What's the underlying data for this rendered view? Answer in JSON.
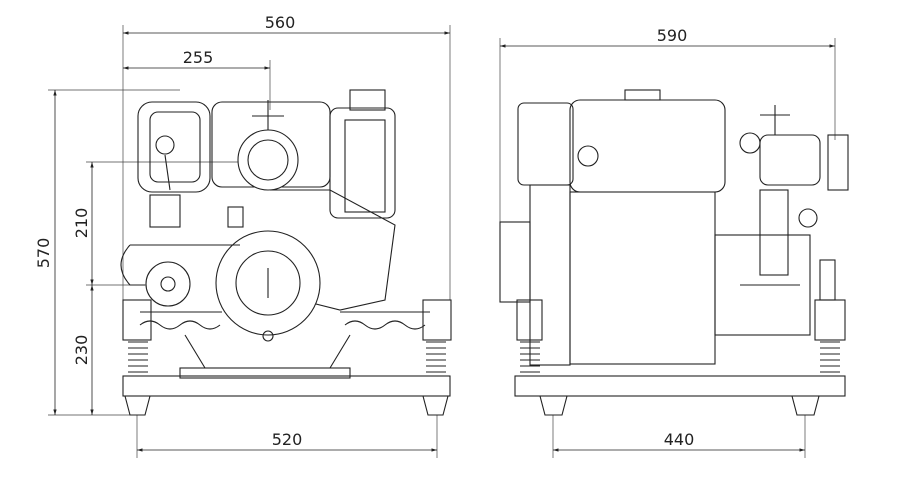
{
  "drawing": {
    "front_view": {
      "dimensions": {
        "overall_width": "560",
        "outlet_offset": "255",
        "overall_height": "570",
        "upper_height": "210",
        "lower_height": "230",
        "base_width": "520"
      }
    },
    "side_view": {
      "dimensions": {
        "overall_depth": "590",
        "base_depth": "440"
      }
    }
  }
}
